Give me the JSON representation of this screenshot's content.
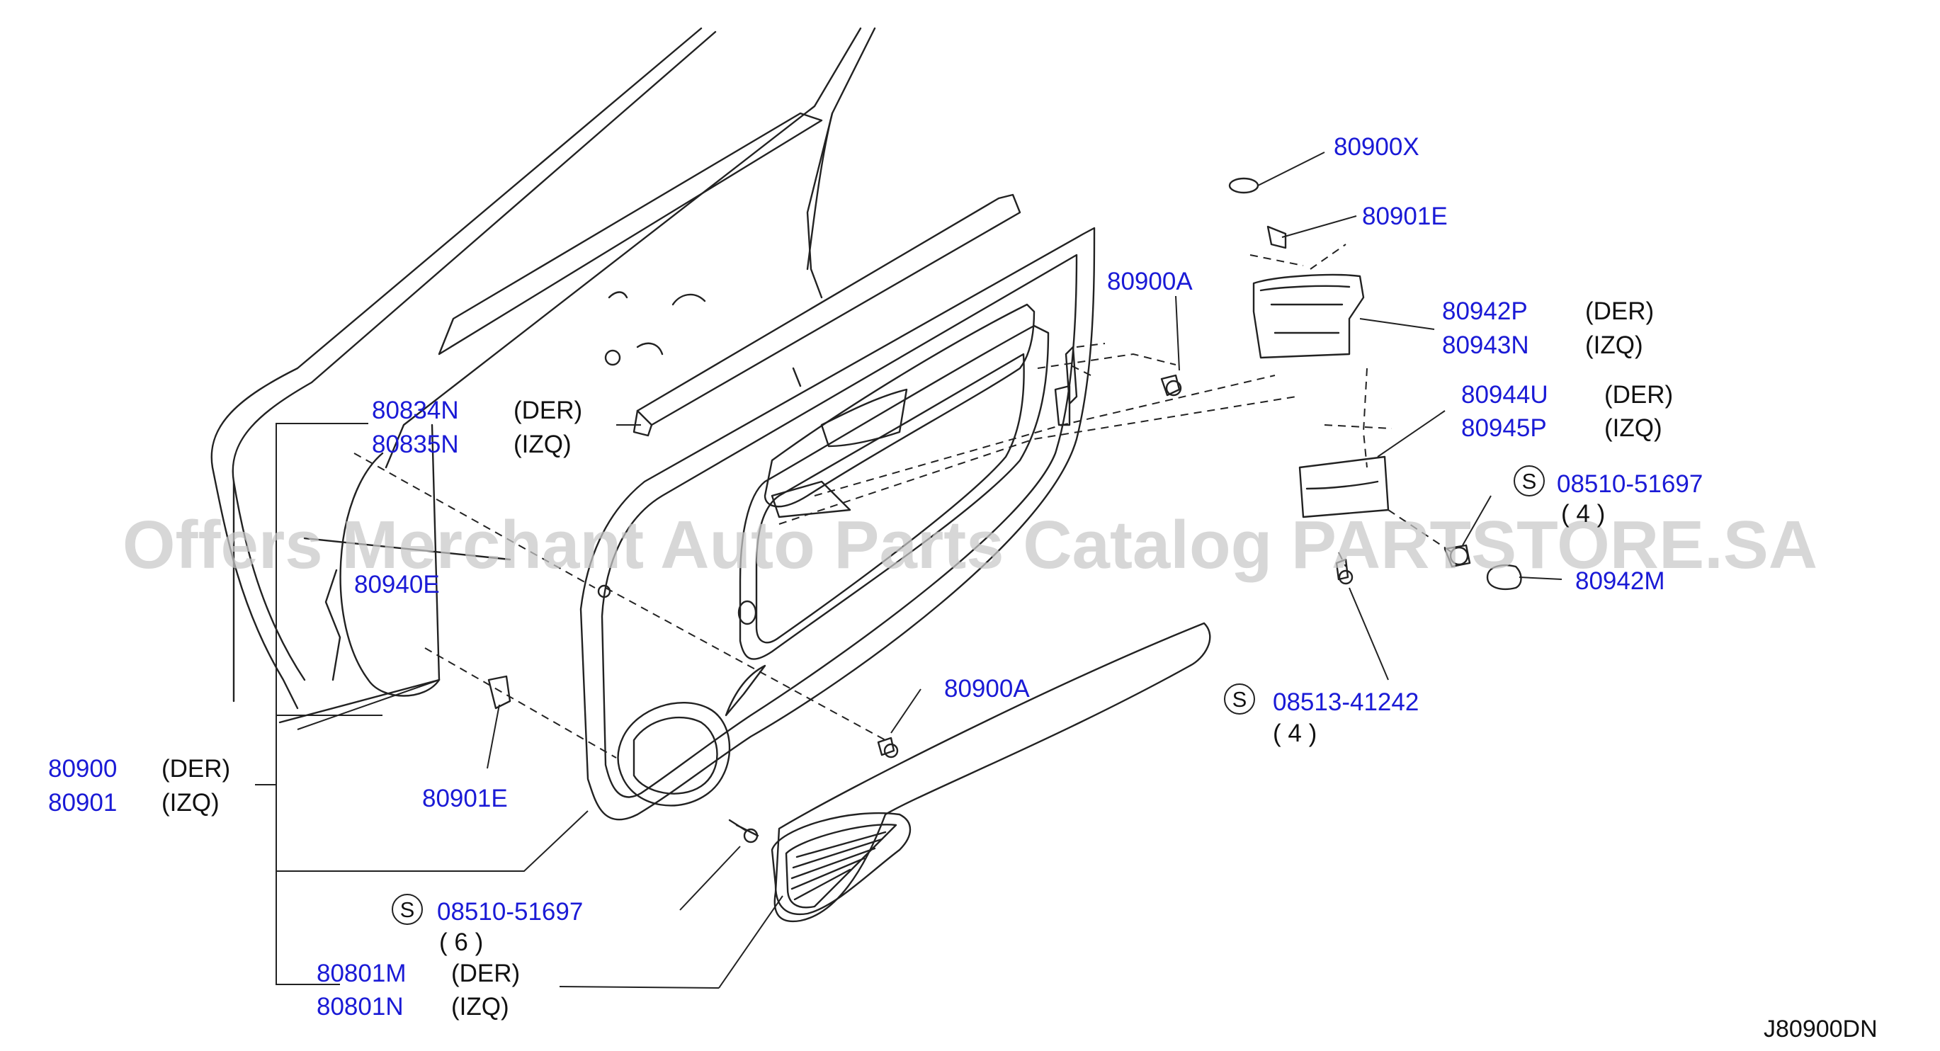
{
  "diagram": {
    "watermark": "Offers Merchant Auto Parts Catalog PARTSTORE.SA",
    "code": "J80900DN",
    "screw_symbol": "S",
    "colors": {
      "part_number": "#1a1ad6",
      "text": "#111111",
      "line": "#222222",
      "watermark": "#c9c9c9"
    }
  },
  "callouts": {
    "p80900x": {
      "part": "80900X"
    },
    "p80901e_top": {
      "part": "80901E"
    },
    "p80900a_top": {
      "part": "80900A"
    },
    "p80942p": {
      "part": "80942P",
      "side": "(DER)"
    },
    "p80943n": {
      "part": "80943N",
      "side": "(IZQ)"
    },
    "p80944u": {
      "part": "80944U",
      "side": "(DER)"
    },
    "p80945p": {
      "part": "80945P",
      "side": "(IZQ)"
    },
    "p08510_right": {
      "part": "08510-51697",
      "qty": "( 4 )"
    },
    "p80942m": {
      "part": "80942M"
    },
    "p08513": {
      "part": "08513-41242",
      "qty": "( 4 )"
    },
    "p80834n": {
      "part": "80834N",
      "side": "(DER)"
    },
    "p80835n": {
      "part": "80835N",
      "side": "(IZQ)"
    },
    "p80940e": {
      "part": "80940E"
    },
    "p80900a_mid": {
      "part": "80900A"
    },
    "p80901e_low": {
      "part": "80901E"
    },
    "p80900": {
      "part": "80900",
      "side": "(DER)"
    },
    "p80901": {
      "part": "80901",
      "side": "(IZQ)"
    },
    "p08510_bottom": {
      "part": "08510-51697",
      "qty": "( 6 )"
    },
    "p80801m": {
      "part": "80801M",
      "side": "(DER)"
    },
    "p80801n": {
      "part": "80801N",
      "side": "(IZQ)"
    }
  }
}
